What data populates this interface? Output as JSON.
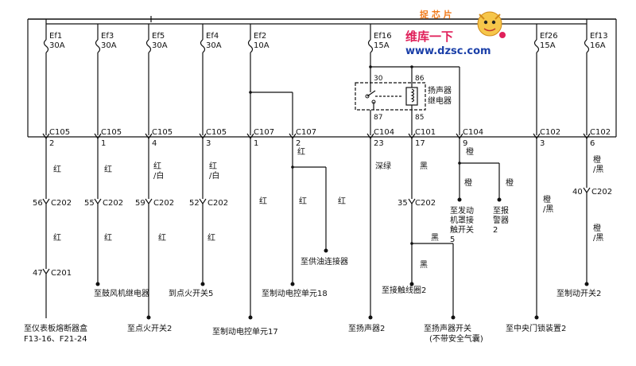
{
  "fuses": [
    {
      "name": "Ef1",
      "rating": "30A"
    },
    {
      "name": "Ef3",
      "rating": "30A"
    },
    {
      "name": "Ef5",
      "rating": "30A"
    },
    {
      "name": "Ef4",
      "rating": "30A"
    },
    {
      "name": "Ef2",
      "rating": "10A"
    },
    {
      "name": "Ef16",
      "rating": "15A"
    },
    {
      "name": "Ef26",
      "rating": "15A"
    },
    {
      "name": "Ef13",
      "rating": "16A"
    }
  ],
  "relay": {
    "title_line1": "扬声器",
    "title_line2": "继电器",
    "pin30": "30",
    "pin86": "86",
    "pin87": "87",
    "pin85": "85"
  },
  "connectors": [
    {
      "name": "C105",
      "pin": "2"
    },
    {
      "name": "C105",
      "pin": "1"
    },
    {
      "name": "C105",
      "pin": "4"
    },
    {
      "name": "C105",
      "pin": "3"
    },
    {
      "name": "C107",
      "pin": "1"
    },
    {
      "name": "C107",
      "pin": "2"
    },
    {
      "name": "C104",
      "pin": "23"
    },
    {
      "name": "C101",
      "pin": "17"
    },
    {
      "name": "C104",
      "pin": "9"
    },
    {
      "name": "C102",
      "pin": "3"
    },
    {
      "name": "C102",
      "pin": "6"
    }
  ],
  "c202": [
    {
      "num": "56",
      "name": "C202"
    },
    {
      "num": "55",
      "name": "C202"
    },
    {
      "num": "59",
      "name": "C202"
    },
    {
      "num": "52",
      "name": "C202"
    },
    {
      "num": "35",
      "name": "C202"
    },
    {
      "num": "40",
      "name": "C202"
    }
  ],
  "c201": {
    "num": "47",
    "name": "C201"
  },
  "wire_colors": {
    "red": "红",
    "red_white_1": "红",
    "red_white_2": "/白",
    "dark_green": "深绿",
    "black": "黑",
    "orange": "橙",
    "orange_black_1": "橙",
    "orange_black_2": "/黑"
  },
  "destinations": {
    "fuse_box": "至仪表板熔断器盒",
    "fuse_box_codes": "F13-16、F21-24",
    "blower_relay": "至鼓风机继电器",
    "ignition_switch2": "至点火开关2",
    "ignition_switch5": "到点火开关5",
    "brake_unit17": "至制动电控单元17",
    "brake_unit18": "至制动电控单元18",
    "fuel_connector": "至供油连接器",
    "speaker2": "至扬声器2",
    "contact_coil2": "至接触线圈2",
    "speaker_switch": "至扬声器开关",
    "speaker_switch_note": "(不带安全气囊)",
    "hood_switch_1": "至发动",
    "hood_switch_2": "机罩接",
    "hood_switch_3": "触开关",
    "hood_switch_4": "5",
    "alarm_1": "至报",
    "alarm_2": "警器",
    "alarm_3": "2",
    "central_lock2": "至中央门锁装置2",
    "brake_switch2": "至制动开关2"
  },
  "watermark": {
    "top": "捉 芯 片",
    "brand": "维库一下",
    "url": "www.dzsc.com"
  }
}
